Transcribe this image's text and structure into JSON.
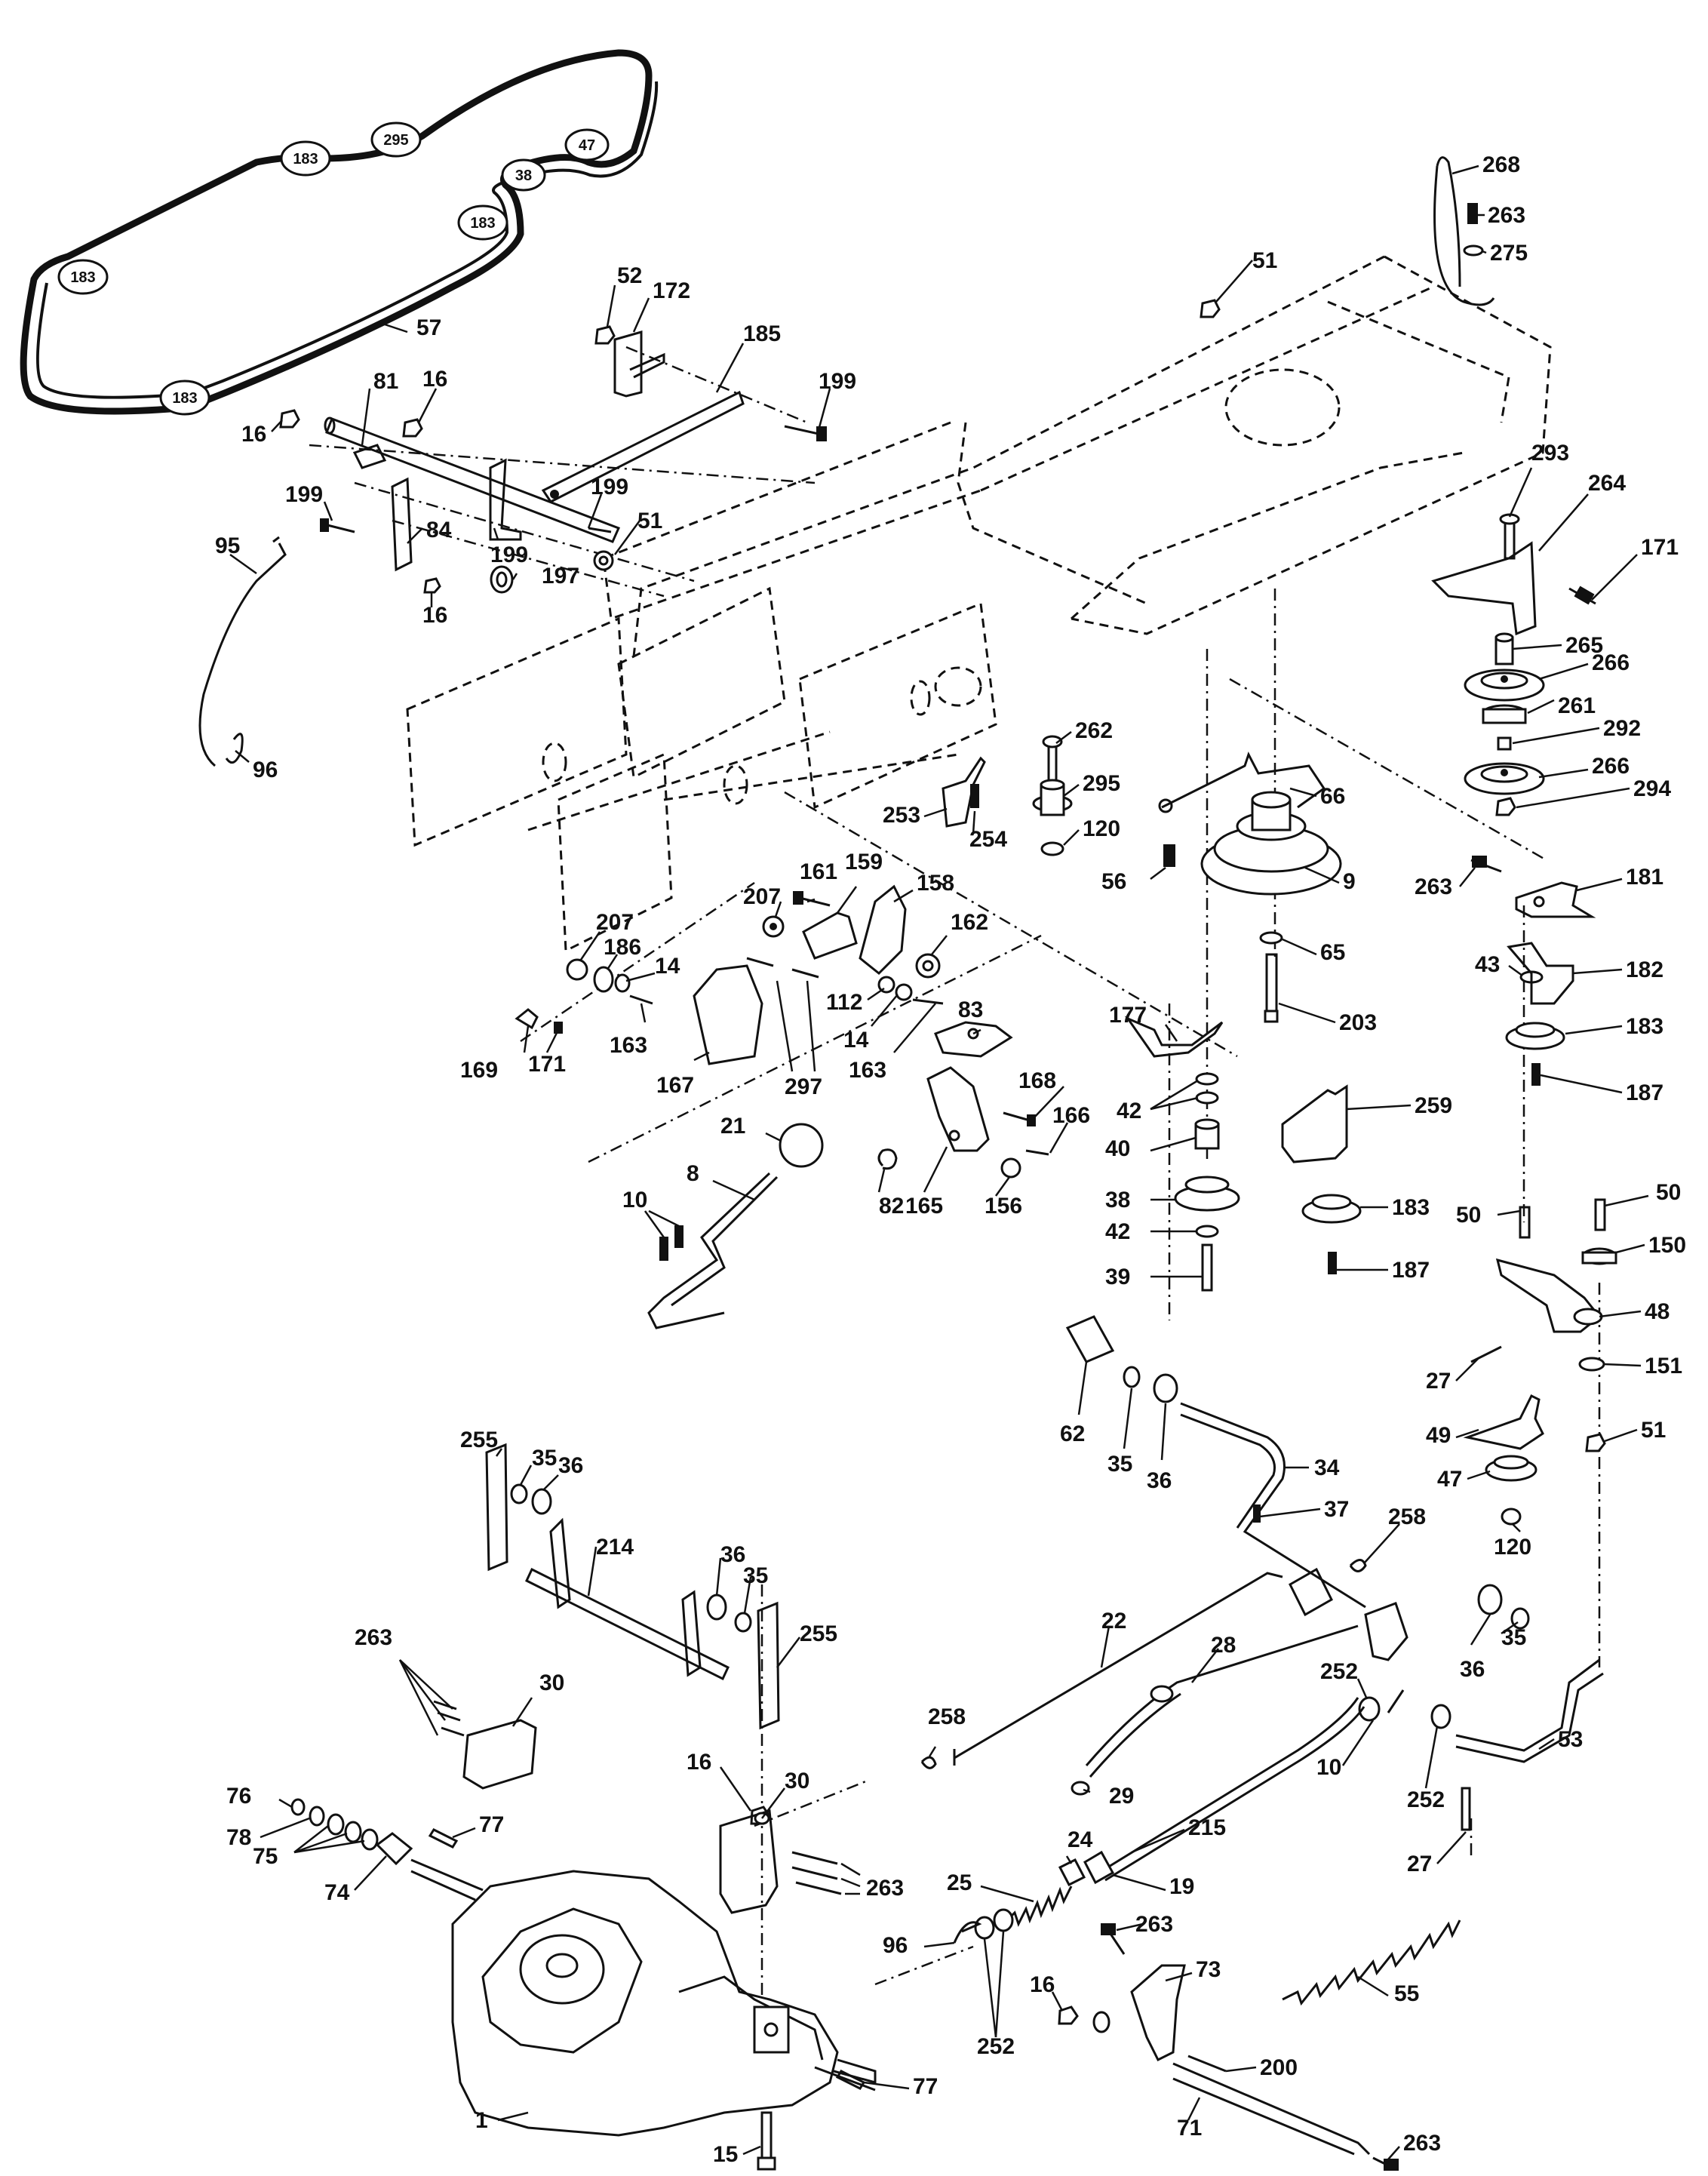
{
  "belt_tags": {
    "t1": "183",
    "t2": "295",
    "t3": "47",
    "t4": "38",
    "t5": "183",
    "t6": "183",
    "t7": "183"
  },
  "callouts": [
    {
      "id": "c1",
      "text": "57"
    },
    {
      "id": "c2",
      "text": "52"
    },
    {
      "id": "c3",
      "text": "172"
    },
    {
      "id": "c4",
      "text": "185"
    },
    {
      "id": "c5",
      "text": "199"
    },
    {
      "id": "c6",
      "text": "81"
    },
    {
      "id": "c7",
      "text": "16"
    },
    {
      "id": "c8",
      "text": "16"
    },
    {
      "id": "c9",
      "text": "199"
    },
    {
      "id": "c10",
      "text": "199"
    },
    {
      "id": "c11",
      "text": "51"
    },
    {
      "id": "c12",
      "text": "84"
    },
    {
      "id": "c13",
      "text": "199"
    },
    {
      "id": "c14",
      "text": "197"
    },
    {
      "id": "c15",
      "text": "16"
    },
    {
      "id": "c16",
      "text": "95"
    },
    {
      "id": "c17",
      "text": "96"
    },
    {
      "id": "c18",
      "text": "268"
    },
    {
      "id": "c19",
      "text": "263"
    },
    {
      "id": "c20",
      "text": "275"
    },
    {
      "id": "c21",
      "text": "51"
    },
    {
      "id": "c22",
      "text": "293"
    },
    {
      "id": "c23",
      "text": "264"
    },
    {
      "id": "c24",
      "text": "171"
    },
    {
      "id": "c25",
      "text": "265"
    },
    {
      "id": "c26",
      "text": "266"
    },
    {
      "id": "c27",
      "text": "261"
    },
    {
      "id": "c28",
      "text": "292"
    },
    {
      "id": "c29",
      "text": "266"
    },
    {
      "id": "c30",
      "text": "294"
    },
    {
      "id": "c31",
      "text": "262"
    },
    {
      "id": "c32",
      "text": "295"
    },
    {
      "id": "c33",
      "text": "120"
    },
    {
      "id": "c34",
      "text": "253"
    },
    {
      "id": "c35",
      "text": "254"
    },
    {
      "id": "c36",
      "text": "66"
    },
    {
      "id": "c37",
      "text": "56"
    },
    {
      "id": "c38",
      "text": "9"
    },
    {
      "id": "c39",
      "text": "263"
    },
    {
      "id": "c40",
      "text": "181"
    },
    {
      "id": "c41",
      "text": "43"
    },
    {
      "id": "c42",
      "text": "182"
    },
    {
      "id": "c43",
      "text": "65"
    },
    {
      "id": "c44",
      "text": "183"
    },
    {
      "id": "c45",
      "text": "187"
    },
    {
      "id": "c46",
      "text": "203"
    },
    {
      "id": "c47",
      "text": "161"
    },
    {
      "id": "c48",
      "text": "159"
    },
    {
      "id": "c49",
      "text": "158"
    },
    {
      "id": "c50",
      "text": "207"
    },
    {
      "id": "c51",
      "text": "162"
    },
    {
      "id": "c52",
      "text": "207"
    },
    {
      "id": "c53",
      "text": "186"
    },
    {
      "id": "c54",
      "text": "14"
    },
    {
      "id": "c55",
      "text": "112"
    },
    {
      "id": "c56",
      "text": "14"
    },
    {
      "id": "c57",
      "text": "83"
    },
    {
      "id": "c58",
      "text": "163"
    },
    {
      "id": "c59",
      "text": "163"
    },
    {
      "id": "c60",
      "text": "169"
    },
    {
      "id": "c61",
      "text": "171"
    },
    {
      "id": "c62",
      "text": "167"
    },
    {
      "id": "c63",
      "text": "297"
    },
    {
      "id": "c64",
      "text": "177"
    },
    {
      "id": "c65",
      "text": "42"
    },
    {
      "id": "c66",
      "text": "40"
    },
    {
      "id": "c67",
      "text": "259"
    },
    {
      "id": "c68",
      "text": "168"
    },
    {
      "id": "c69",
      "text": "166"
    },
    {
      "id": "c70",
      "text": "21"
    },
    {
      "id": "c71",
      "text": "8"
    },
    {
      "id": "c72",
      "text": "10"
    },
    {
      "id": "c73",
      "text": "82"
    },
    {
      "id": "c74",
      "text": "165"
    },
    {
      "id": "c75",
      "text": "156"
    },
    {
      "id": "c76",
      "text": "38"
    },
    {
      "id": "c77",
      "text": "183"
    },
    {
      "id": "c78",
      "text": "42"
    },
    {
      "id": "c79",
      "text": "39"
    },
    {
      "id": "c80",
      "text": "187"
    },
    {
      "id": "c81",
      "text": "50"
    },
    {
      "id": "c82",
      "text": "50"
    },
    {
      "id": "c83",
      "text": "150"
    },
    {
      "id": "c84",
      "text": "48"
    },
    {
      "id": "c85",
      "text": "27"
    },
    {
      "id": "c86",
      "text": "151"
    },
    {
      "id": "c87",
      "text": "49"
    },
    {
      "id": "c88",
      "text": "51"
    },
    {
      "id": "c89",
      "text": "47"
    },
    {
      "id": "c90",
      "text": "120"
    },
    {
      "id": "c91",
      "text": "62"
    },
    {
      "id": "c92",
      "text": "35"
    },
    {
      "id": "c93",
      "text": "36"
    },
    {
      "id": "c94",
      "text": "34"
    },
    {
      "id": "c95",
      "text": "37"
    },
    {
      "id": "c96",
      "text": "258"
    },
    {
      "id": "c97",
      "text": "255"
    },
    {
      "id": "c98",
      "text": "35"
    },
    {
      "id": "c99",
      "text": "36"
    },
    {
      "id": "c100",
      "text": "214"
    },
    {
      "id": "c101",
      "text": "36"
    },
    {
      "id": "c102",
      "text": "35"
    },
    {
      "id": "c103",
      "text": "255"
    },
    {
      "id": "c104",
      "text": "22"
    },
    {
      "id": "c105",
      "text": "28"
    },
    {
      "id": "c106",
      "text": "252"
    },
    {
      "id": "c107",
      "text": "36"
    },
    {
      "id": "c108",
      "text": "35"
    },
    {
      "id": "c109",
      "text": "263"
    },
    {
      "id": "c110",
      "text": "30"
    },
    {
      "id": "c111",
      "text": "258"
    },
    {
      "id": "c112",
      "text": "29"
    },
    {
      "id": "c113",
      "text": "10"
    },
    {
      "id": "c114",
      "text": "53"
    },
    {
      "id": "c115",
      "text": "252"
    },
    {
      "id": "c116",
      "text": "16"
    },
    {
      "id": "c117",
      "text": "30"
    },
    {
      "id": "c118",
      "text": "76"
    },
    {
      "id": "c119",
      "text": "77"
    },
    {
      "id": "c120",
      "text": "78"
    },
    {
      "id": "c121",
      "text": "75"
    },
    {
      "id": "c122",
      "text": "74"
    },
    {
      "id": "c123",
      "text": "263"
    },
    {
      "id": "c124",
      "text": "24"
    },
    {
      "id": "c125",
      "text": "215"
    },
    {
      "id": "c126",
      "text": "27"
    },
    {
      "id": "c127",
      "text": "25"
    },
    {
      "id": "c128",
      "text": "19"
    },
    {
      "id": "c129",
      "text": "263"
    },
    {
      "id": "c130",
      "text": "96"
    },
    {
      "id": "c131",
      "text": "73"
    },
    {
      "id": "c132",
      "text": "55"
    },
    {
      "id": "c133",
      "text": "16"
    },
    {
      "id": "c134",
      "text": "252"
    },
    {
      "id": "c135",
      "text": "200"
    },
    {
      "id": "c136",
      "text": "77"
    },
    {
      "id": "c137",
      "text": "1"
    },
    {
      "id": "c138",
      "text": "71"
    },
    {
      "id": "c139",
      "text": "15"
    },
    {
      "id": "c140",
      "text": "263"
    }
  ]
}
